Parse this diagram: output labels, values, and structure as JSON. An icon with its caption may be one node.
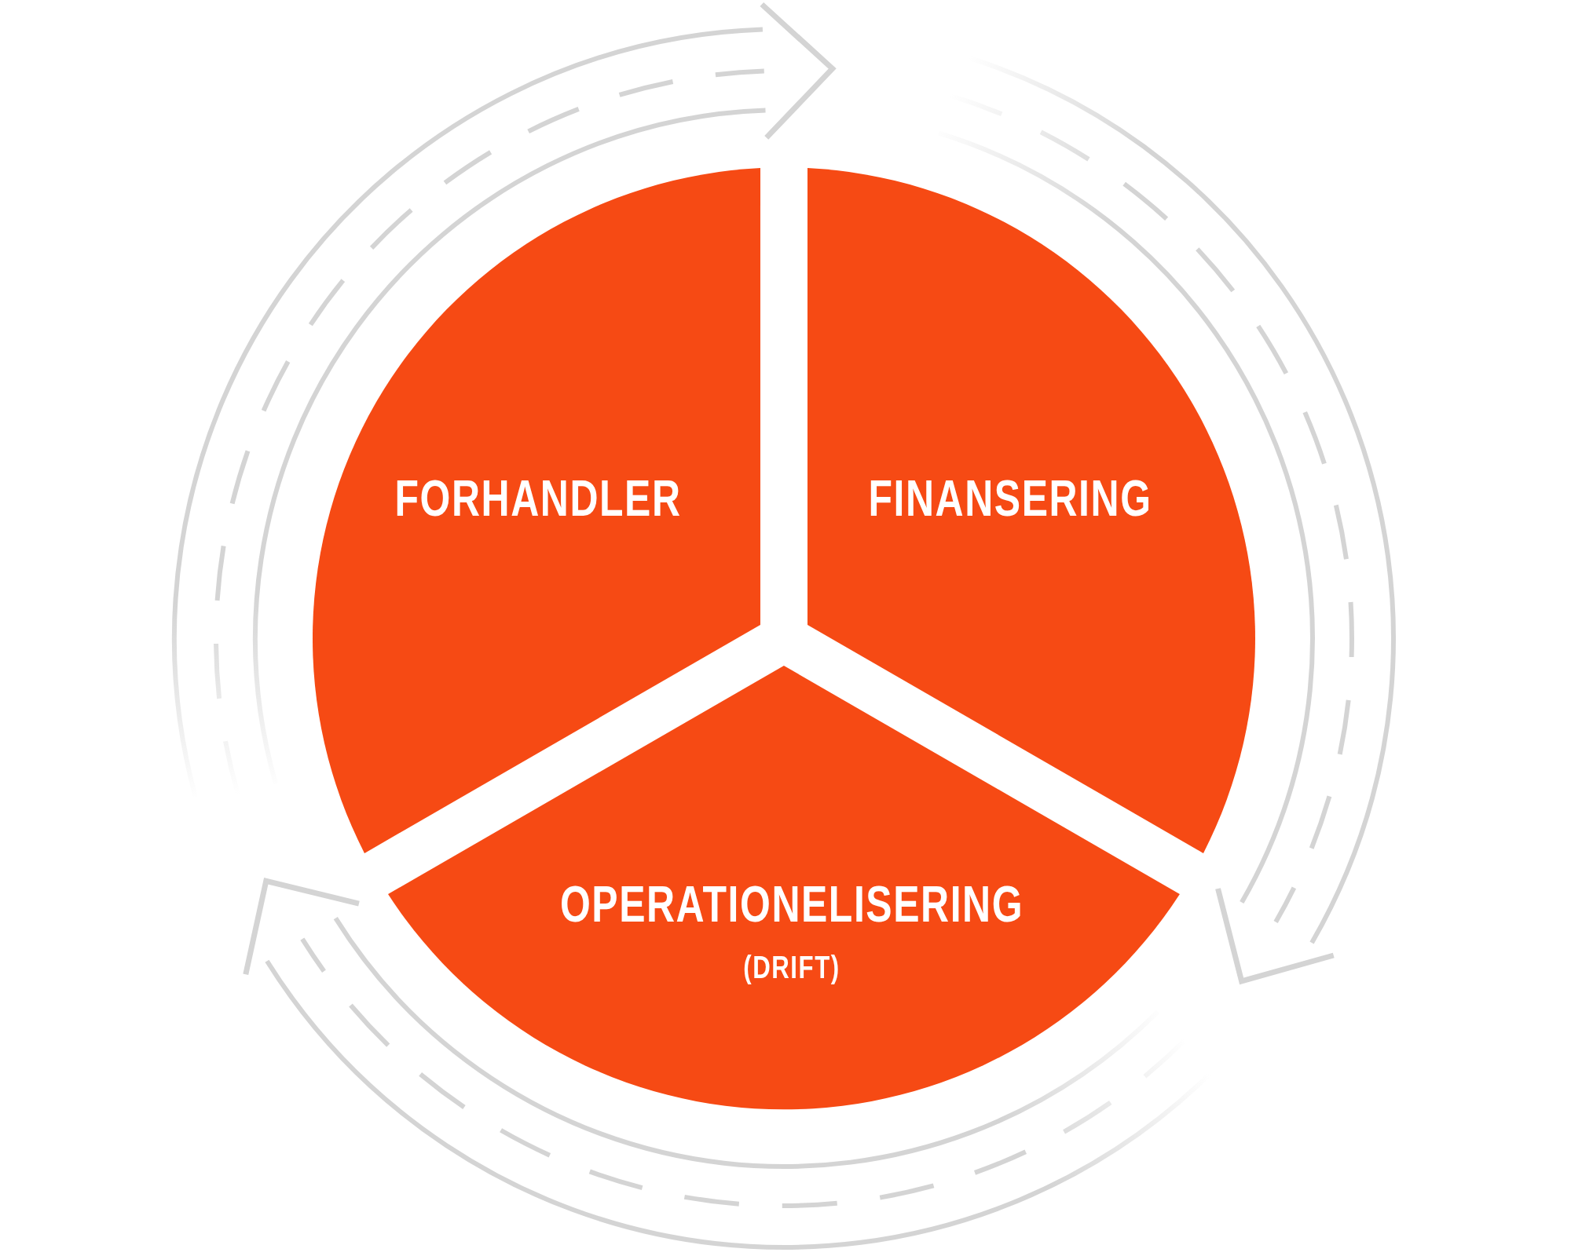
{
  "diagram": {
    "nodes": [
      {
        "text": [
          "FORHANDLER"
        ]
      },
      {
        "text": [
          "FINANSERING"
        ]
      },
      {
        "text": [
          "OPERATIONELISERING",
          "(DRIFT)"
        ]
      }
    ]
  }
}
